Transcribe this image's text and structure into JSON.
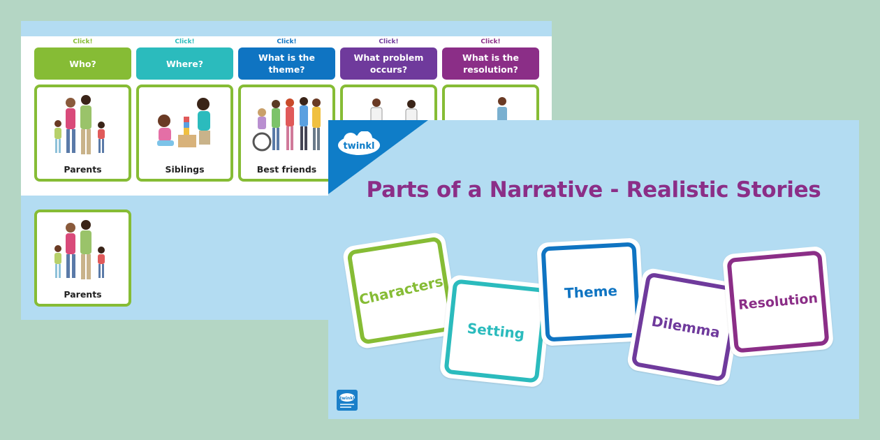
{
  "back_slide": {
    "click_label": "Click!",
    "columns": [
      {
        "question": "Who?",
        "color": "#86bc35",
        "card_label": "Parents"
      },
      {
        "question": "Where?",
        "color": "#2bbbbd",
        "card_label": "Siblings"
      },
      {
        "question": "What is the theme?",
        "color": "#0f74c2",
        "card_label": "Best friends"
      },
      {
        "question": "What problem occurs?",
        "color": "#6f3a9c",
        "card_label": ""
      },
      {
        "question": "What is the resolution?",
        "color": "#8b2e87",
        "card_label": ""
      }
    ],
    "selected_card_label": "Parents",
    "card_border_color": "#86bc35"
  },
  "front_slide": {
    "logo_text": "twinkl",
    "title": "Parts of a Narrative - Realistic Stories",
    "title_color": "#8b2e87",
    "tiles": [
      {
        "word": "Characters",
        "color": "#86bc35",
        "icon": "card"
      },
      {
        "word": "Setting",
        "color": "#2bbbbd",
        "icon": "card"
      },
      {
        "word": "Theme",
        "color": "#0f74c2",
        "icon": "card"
      },
      {
        "word": "Dilemma",
        "color": "#6f3a9c",
        "icon": "card"
      },
      {
        "word": "Resolution",
        "color": "#8b2e87",
        "icon": "card"
      }
    ],
    "badge_text": "twinkl"
  }
}
